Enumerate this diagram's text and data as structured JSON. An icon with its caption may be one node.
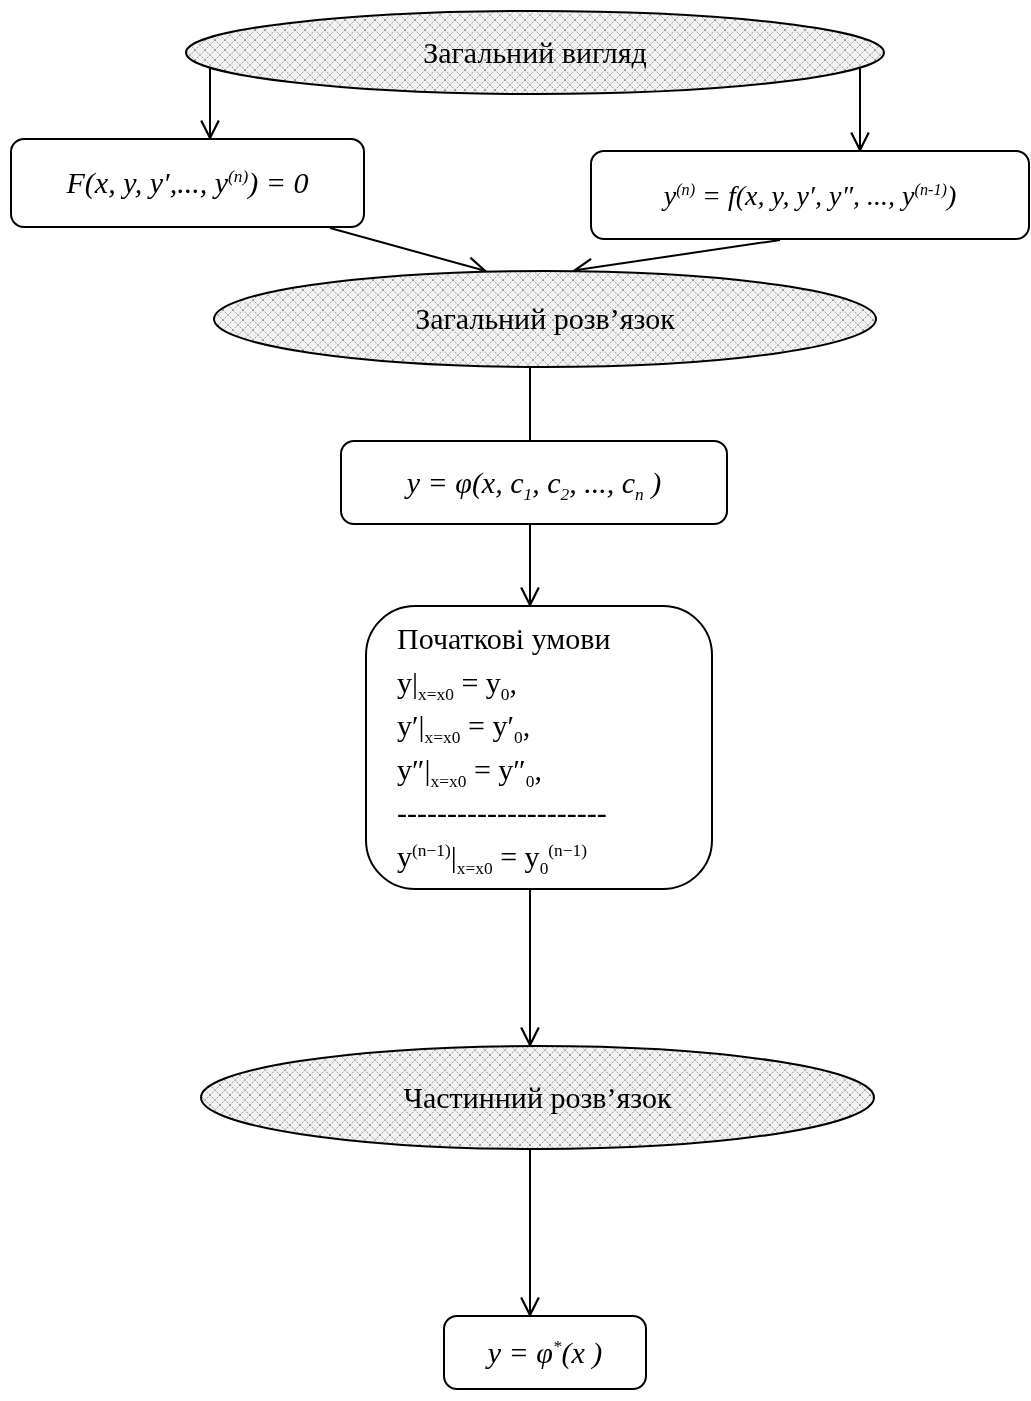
{
  "diagram": {
    "nodes": [
      {
        "text": [
          "Загальний вигляд"
        ]
      },
      {
        "text": [
          "F(x, y, y′,..., y$^{(n)}$) = 0"
        ]
      },
      {
        "text": [
          "y$^{(n)}$ = f(x, y, y′, y″, ..., y$^{(n-1)}$)"
        ]
      },
      {
        "text": [
          "Загальний розв’язок"
        ]
      },
      {
        "text": [
          "y = φ(x, c$_{1}$, c$_{2}$, ..., c$_{n}$ )"
        ]
      },
      {
        "text": [
          "Початкові умови",
          "y|$_{x=x0}$ = y$_{0}$,",
          "y′|$_{x=x0}$ = y′$_{0}$,",
          "y″|$_{x=x0}$ = y″$_{0}$,",
          "---------------------",
          "y$^{(n−1)}$|$_{x=x0}$ = y$_{0}$$^{(n−1)}$"
        ]
      },
      {
        "text": [
          "Частинний розв’язок"
        ]
      },
      {
        "text": [
          "y = φ$^{*}$(x )"
        ]
      }
    ],
    "edges": [
      {
        "from": 0,
        "to": 1,
        "arrow": "to"
      },
      {
        "from": 0,
        "to": 2,
        "arrow": "to"
      },
      {
        "from": 1,
        "to": 3,
        "arrow": "to"
      },
      {
        "from": 2,
        "to": 3,
        "arrow": "to"
      },
      {
        "from": 3,
        "to": 4,
        "arrow": "none"
      },
      {
        "from": 4,
        "to": 5,
        "arrow": "to"
      },
      {
        "from": 5,
        "to": 6,
        "arrow": "to"
      },
      {
        "from": 6,
        "to": 7,
        "arrow": "to"
      }
    ]
  }
}
